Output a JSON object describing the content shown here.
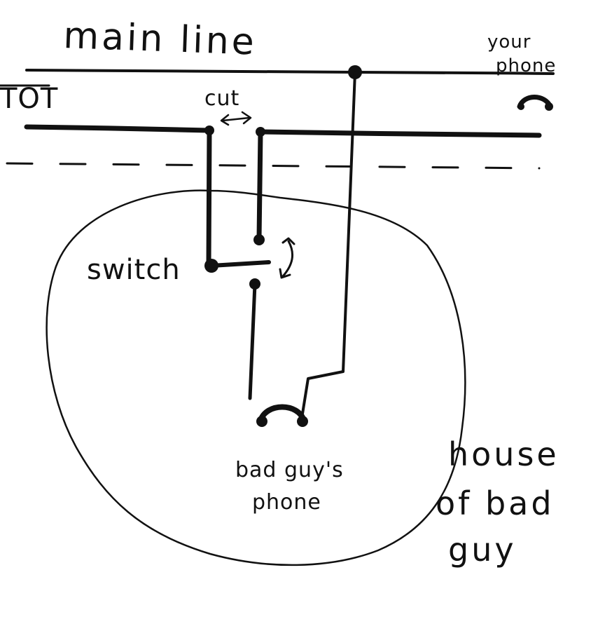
{
  "labels": {
    "main_line": "main line",
    "your_phone_line1": "your",
    "your_phone_line2": "phone",
    "tot": "TOT",
    "cut": "cut",
    "switch": "switch",
    "bad_guys_phone_line1": "bad guy's",
    "bad_guys_phone_line2": "phone",
    "house_line1": "house",
    "house_line2": "of bad",
    "house_line3": "guy"
  },
  "colors": {
    "ink": "#111111",
    "paper": "#ffffff"
  }
}
